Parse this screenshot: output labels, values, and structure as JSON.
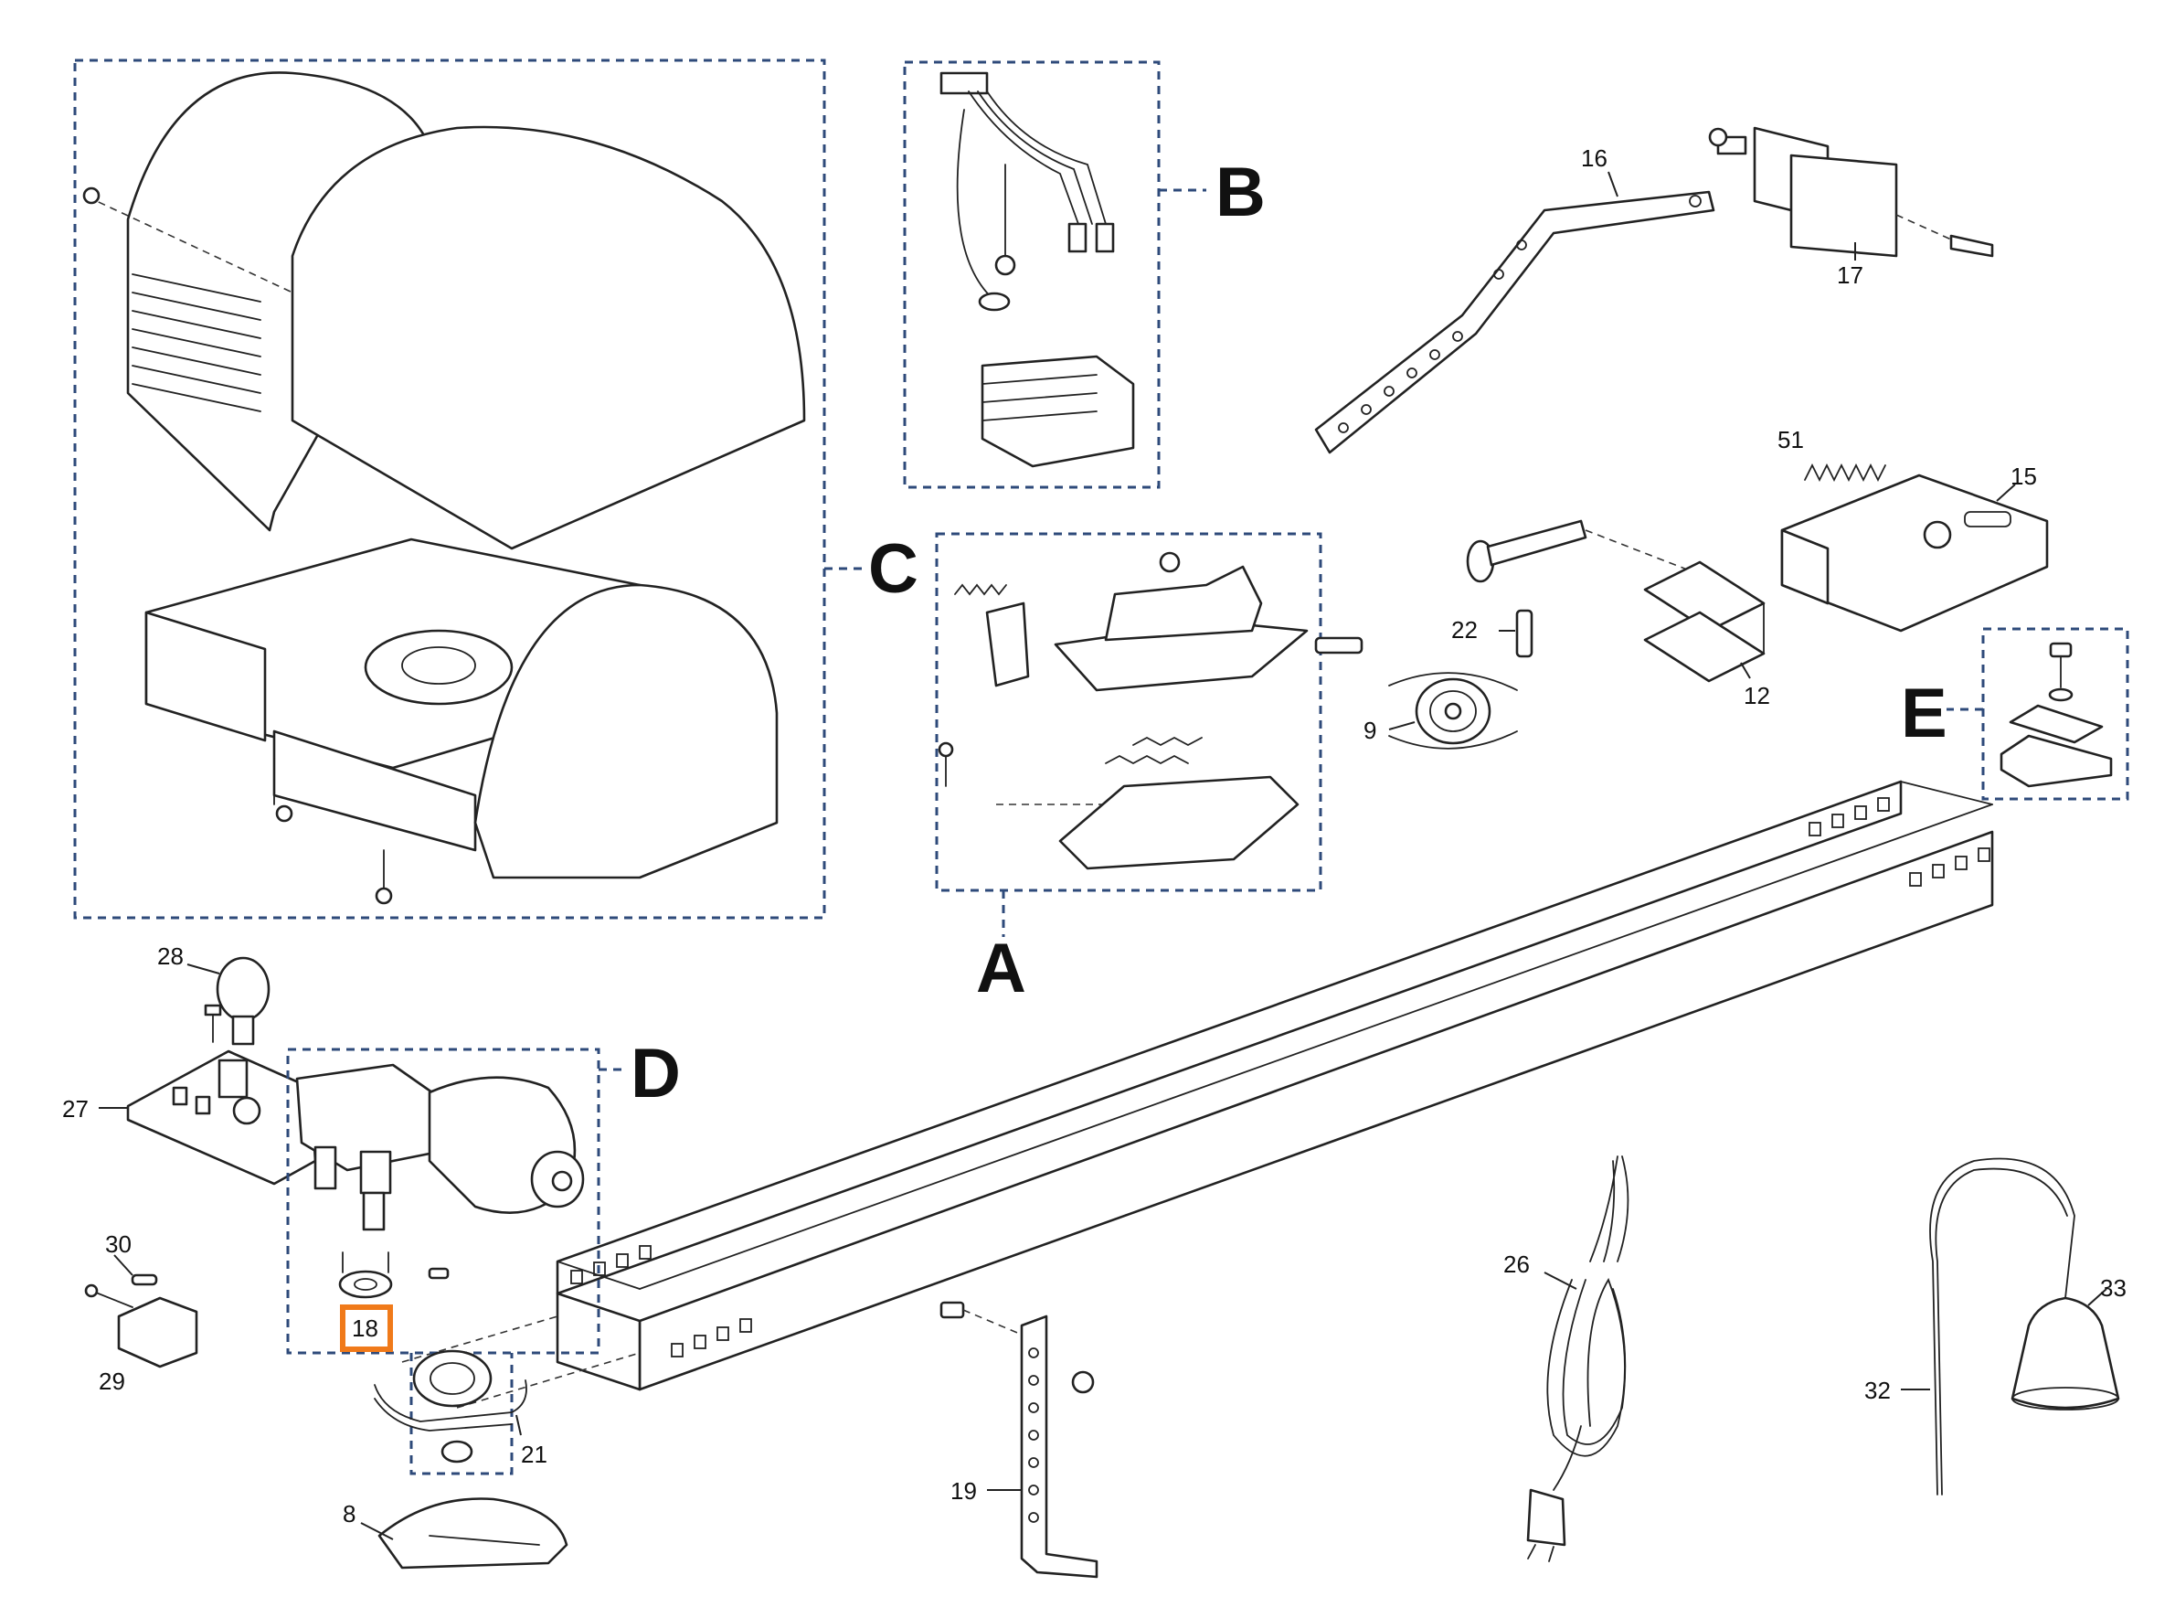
{
  "section_labels": {
    "a": "A",
    "b": "B",
    "c": "C",
    "d": "D",
    "e": "E"
  },
  "part_numbers": {
    "p16": "16",
    "p17": "17",
    "p51": "51",
    "p15": "15",
    "p22": "22",
    "p12": "12",
    "p9": "9",
    "p28": "28",
    "p27": "27",
    "p30": "30",
    "p29": "29",
    "p18": "18",
    "p21": "21",
    "p8": "8",
    "p19": "19",
    "p26": "26",
    "p32": "32",
    "p33": "33"
  },
  "highlighted_part": "18",
  "colors": {
    "group_box": "#2e4a7a",
    "highlight": "#f07a1a",
    "line_art": "#222222",
    "background": "#ffffff"
  }
}
